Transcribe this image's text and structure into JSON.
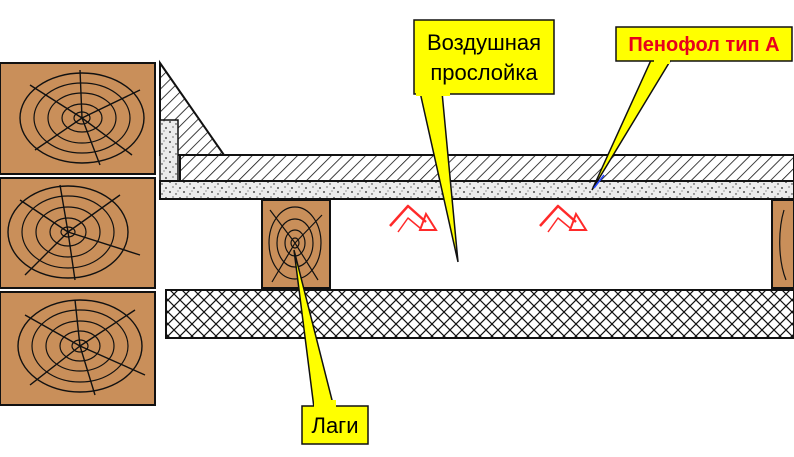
{
  "labels": {
    "air_gap_line1": "Воздушная",
    "air_gap_line2": "прослойка",
    "penofol": "Пенофол тип А",
    "lagi": "Лаги"
  },
  "colors": {
    "callout_fill": "#ffff00",
    "penofol_text": "#e8001c",
    "label_text": "#000000",
    "wood_fill": "#c98f5a",
    "arrow": "#ff2a2a",
    "stroke": "#111111"
  }
}
